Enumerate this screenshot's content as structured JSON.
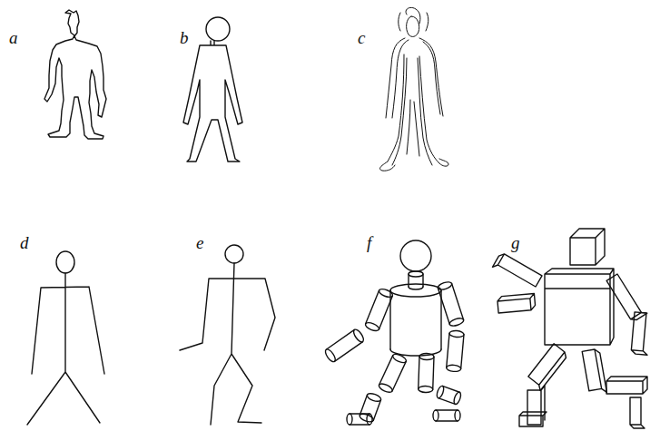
{
  "diagram": {
    "labels": [
      "a",
      "b",
      "c",
      "d",
      "e",
      "f",
      "g"
    ]
  }
}
